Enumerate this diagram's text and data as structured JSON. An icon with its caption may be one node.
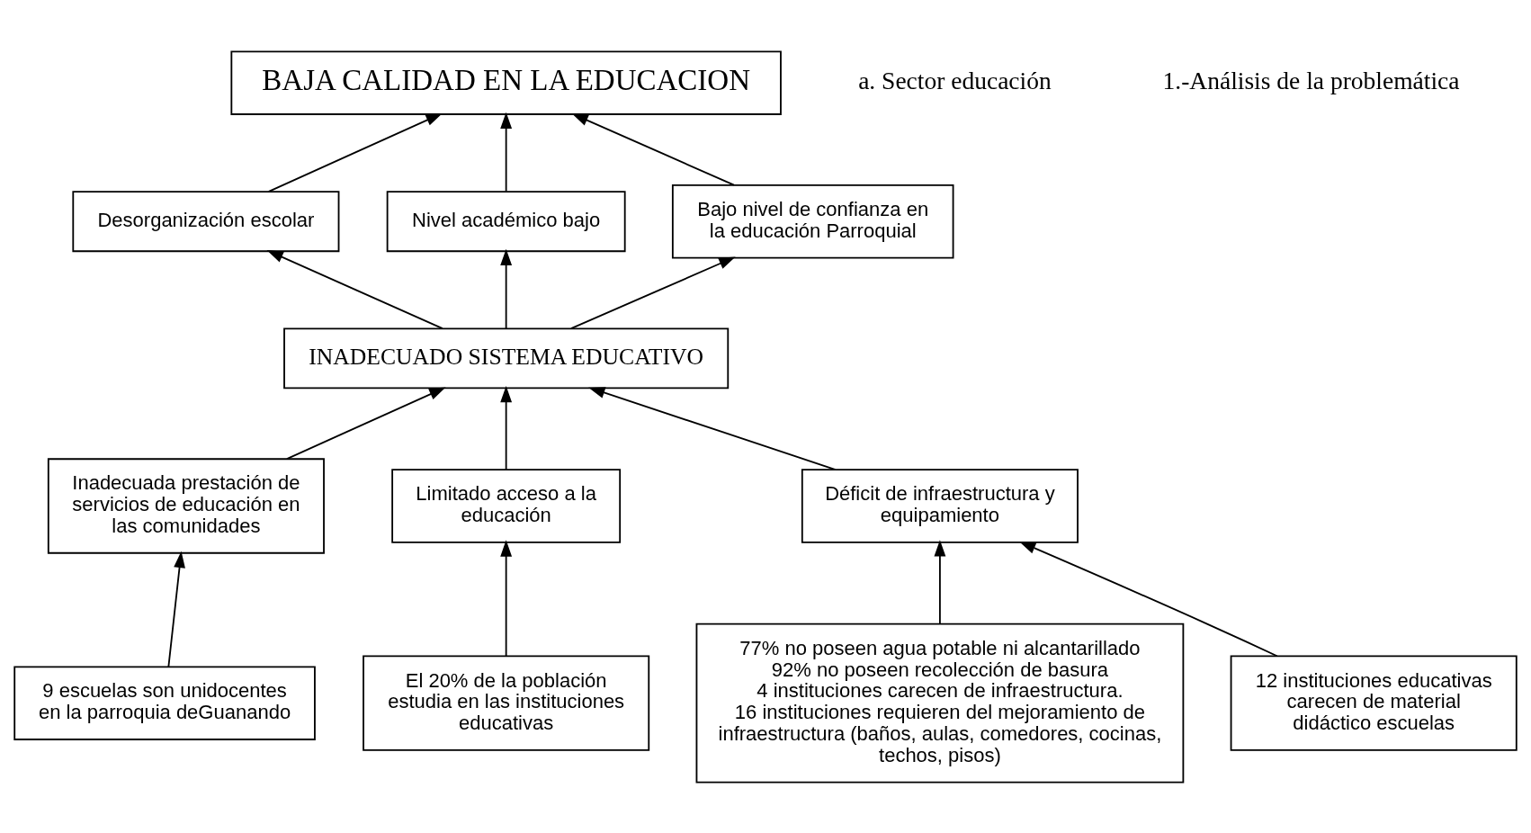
{
  "diagram": {
    "nodes": [
      {
        "text": [
          "BAJA CALIDAD EN LA EDUCACION"
        ]
      },
      {
        "text": [
          "Desorganización escolar"
        ]
      },
      {
        "text": [
          "Nivel académico bajo"
        ]
      },
      {
        "text": [
          "Bajo nivel de confianza en la educación Parroquial"
        ]
      },
      {
        "text": [
          "INADECUADO SISTEMA EDUCATIVO"
        ]
      },
      {
        "text": [
          "Inadecuada prestación de servicios de educación en las comunidades"
        ]
      },
      {
        "text": [
          "Limitado acceso a la educación"
        ]
      },
      {
        "text": [
          "Déficit de infraestructura y equipamiento"
        ]
      },
      {
        "text": [
          "9 escuelas son unidocentes en la parroquia deGuanando"
        ]
      },
      {
        "text": [
          "El 20% de la población estudia en las instituciones educativas"
        ]
      },
      {
        "text": [
          "77% no poseen agua potable ni alcantarillado",
          "92% no poseen recolección de basura",
          "4 instituciones carecen de infraestructura.",
          "16 instituciones requieren del mejoramiento de infraestructura (baños, aulas, comedores, cocinas, techos, pisos)"
        ]
      },
      {
        "text": [
          "12 instituciones educativas carecen de material didáctico escuelas"
        ]
      }
    ],
    "edges": [
      {
        "from": 1,
        "to": 0,
        "arrow": "to"
      },
      {
        "from": 2,
        "to": 0,
        "arrow": "to"
      },
      {
        "from": 3,
        "to": 0,
        "arrow": "to"
      },
      {
        "from": 4,
        "to": 1,
        "arrow": "to"
      },
      {
        "from": 4,
        "to": 2,
        "arrow": "to"
      },
      {
        "from": 4,
        "to": 3,
        "arrow": "to"
      },
      {
        "from": 5,
        "to": 4,
        "arrow": "to"
      },
      {
        "from": 6,
        "to": 4,
        "arrow": "to"
      },
      {
        "from": 7,
        "to": 4,
        "arrow": "to"
      },
      {
        "from": 8,
        "to": 5,
        "arrow": "to"
      },
      {
        "from": 9,
        "to": 6,
        "arrow": "to"
      },
      {
        "from": 10,
        "to": 7,
        "arrow": "to"
      },
      {
        "from": 11,
        "to": 7,
        "arrow": "to"
      }
    ],
    "labels": [
      "a. Sector educación",
      "1.-Análisis de la problemática"
    ]
  }
}
